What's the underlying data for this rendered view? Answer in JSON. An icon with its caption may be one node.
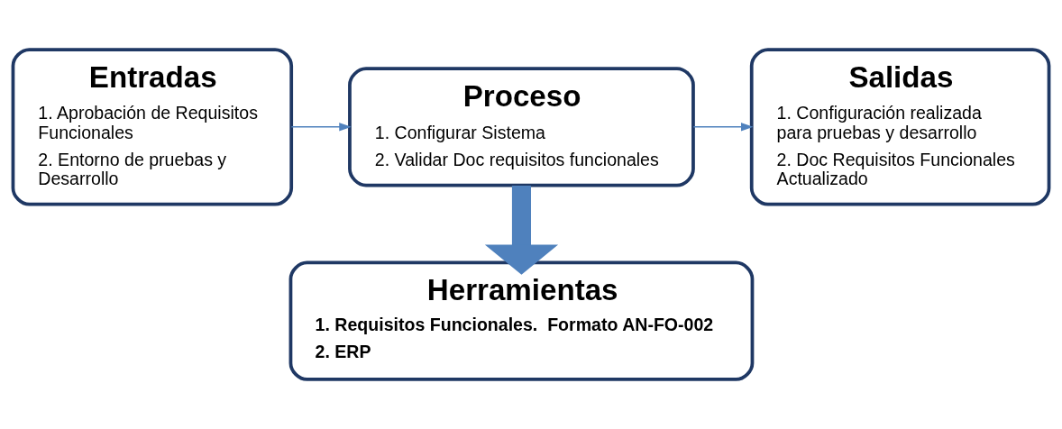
{
  "diagram": {
    "nodes": [
      {
        "text": [
          "Entradas",
          "1. Aprobación de Requisitos Funcionales",
          "2. Entorno de pruebas y Desarrollo"
        ]
      },
      {
        "text": [
          "Proceso",
          "1. Configurar Sistema",
          "2. Validar Doc requisitos funcionales"
        ]
      },
      {
        "text": [
          "Salidas",
          "1. Configuración realizada para pruebas y desarrollo",
          "2. Doc Requisitos Funcionales Actualizado"
        ]
      },
      {
        "text": [
          "Herramientas",
          "1. Requisitos Funcionales.  Formato AN-FO-002",
          "2. ERP"
        ]
      }
    ],
    "edges": [
      {
        "from": 0,
        "to": 1,
        "arrow": "to"
      },
      {
        "from": 1,
        "to": 2,
        "arrow": "to"
      },
      {
        "from": 1,
        "to": 3,
        "arrow": "to",
        "style": "thick"
      }
    ]
  }
}
